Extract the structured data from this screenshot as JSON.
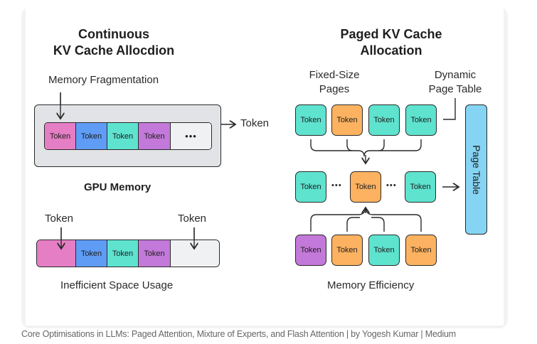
{
  "left": {
    "title_line1": "Continuous",
    "title_line2": "KV Cache Allocdion",
    "fragmentation_label": "Memory Fragmentation",
    "gpu_tokens": [
      {
        "label": "Token",
        "color": "#e57ec4"
      },
      {
        "label": "Token",
        "color": "#5f9cf6"
      },
      {
        "label": "Token",
        "color": "#5ee3cf"
      },
      {
        "label": "Token",
        "color": "#c379d9"
      }
    ],
    "gpu_ellipsis": "•••",
    "output_token_label": "Token",
    "gpu_memory_label": "GPU Memory",
    "inefficient_tokens": [
      {
        "label": "",
        "color": "#e57ec4"
      },
      {
        "label": "Token",
        "color": "#5f9cf6"
      },
      {
        "label": "Token",
        "color": "#5ee3cf"
      },
      {
        "label": "Token",
        "color": "#c379d9"
      },
      {
        "label": "",
        "color": "#f0f1f3"
      }
    ],
    "pointer_label_left": "Token",
    "pointer_label_right": "Token",
    "inefficient_label": "Inefficient Space Usage"
  },
  "right": {
    "title_line1": "Paged KV Cache",
    "title_line2": "Allocation",
    "fixed_size_line1": "Fixed-Size",
    "fixed_size_line2": "Pages",
    "dynamic_line1": "Dynamic",
    "dynamic_line2": "Page Table",
    "top_row": [
      {
        "label": "Token",
        "color": "teal"
      },
      {
        "label": "Token",
        "color": "orange"
      },
      {
        "label": "Token",
        "color": "teal"
      },
      {
        "label": "Token",
        "color": "teal"
      }
    ],
    "middle_row": [
      {
        "label": "Token",
        "color": "teal"
      },
      {
        "label": "Token",
        "color": "orange"
      },
      {
        "label": "Token",
        "color": "teal"
      }
    ],
    "middle_ellipsis": "• • •",
    "bottom_row": [
      {
        "label": "Token",
        "color": "purple"
      },
      {
        "label": "Token",
        "color": "orange"
      },
      {
        "label": "Token",
        "color": "teal"
      },
      {
        "label": "Token",
        "color": "orange"
      }
    ],
    "page_table_label": "Page Table",
    "page_table_color": "#86d4f3",
    "efficiency_label": "Memory Efficiency"
  },
  "caption": "Core Optimisations in LLMs: Paged Attention, Mixture of Experts, and Flash  Attention | by Yogesh Kumar | Medium"
}
